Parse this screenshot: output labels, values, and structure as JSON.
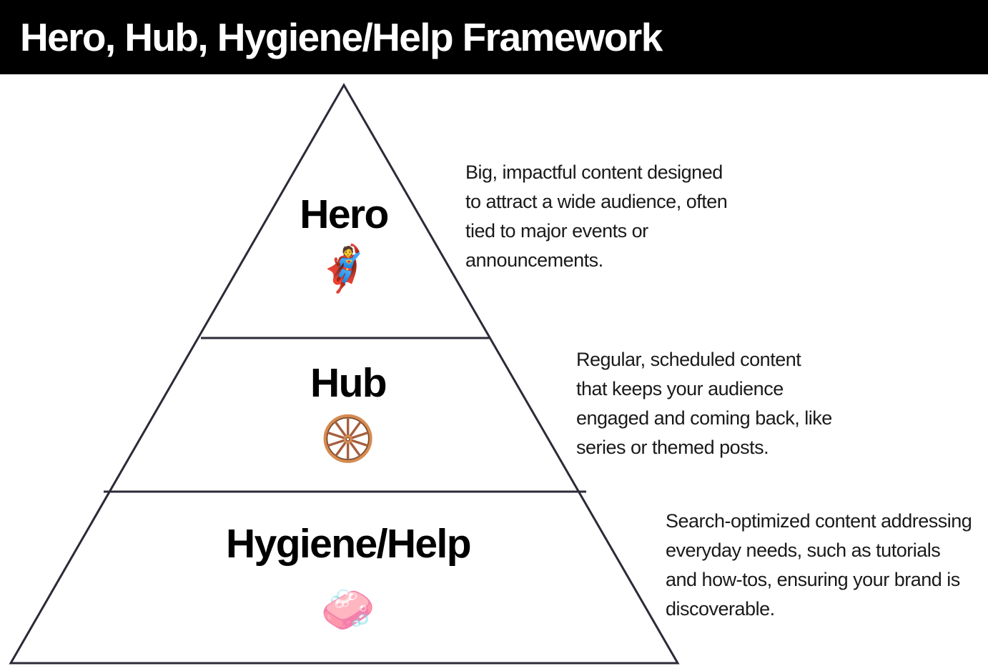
{
  "header": {
    "title": "Hero, Hub, Hygiene/Help Framework",
    "background_color": "#000000",
    "text_color": "#ffffff"
  },
  "diagram": {
    "type": "pyramid",
    "stroke_color": "#2b2b38",
    "fill_color": "#ffffff",
    "tiers": [
      {
        "id": "hero",
        "label": "Hero",
        "icon": "superhero-emoji",
        "icon_glyph": "🦸",
        "description": "Big, impactful content designed to attract a wide audience, often tied to major events or announcements."
      },
      {
        "id": "hub",
        "label": "Hub",
        "icon": "wagon-wheel-emoji",
        "icon_glyph": "🛞",
        "description": "Regular, scheduled content that keeps your audience engaged and coming back, like series or themed posts."
      },
      {
        "id": "hygiene-help",
        "label": "Hygiene/Help",
        "icon": "soap-emoji",
        "icon_glyph": "🧼",
        "description": "Search-optimized content addressing everyday needs, such as tutorials and how-tos, ensuring your brand is discoverable."
      }
    ]
  }
}
